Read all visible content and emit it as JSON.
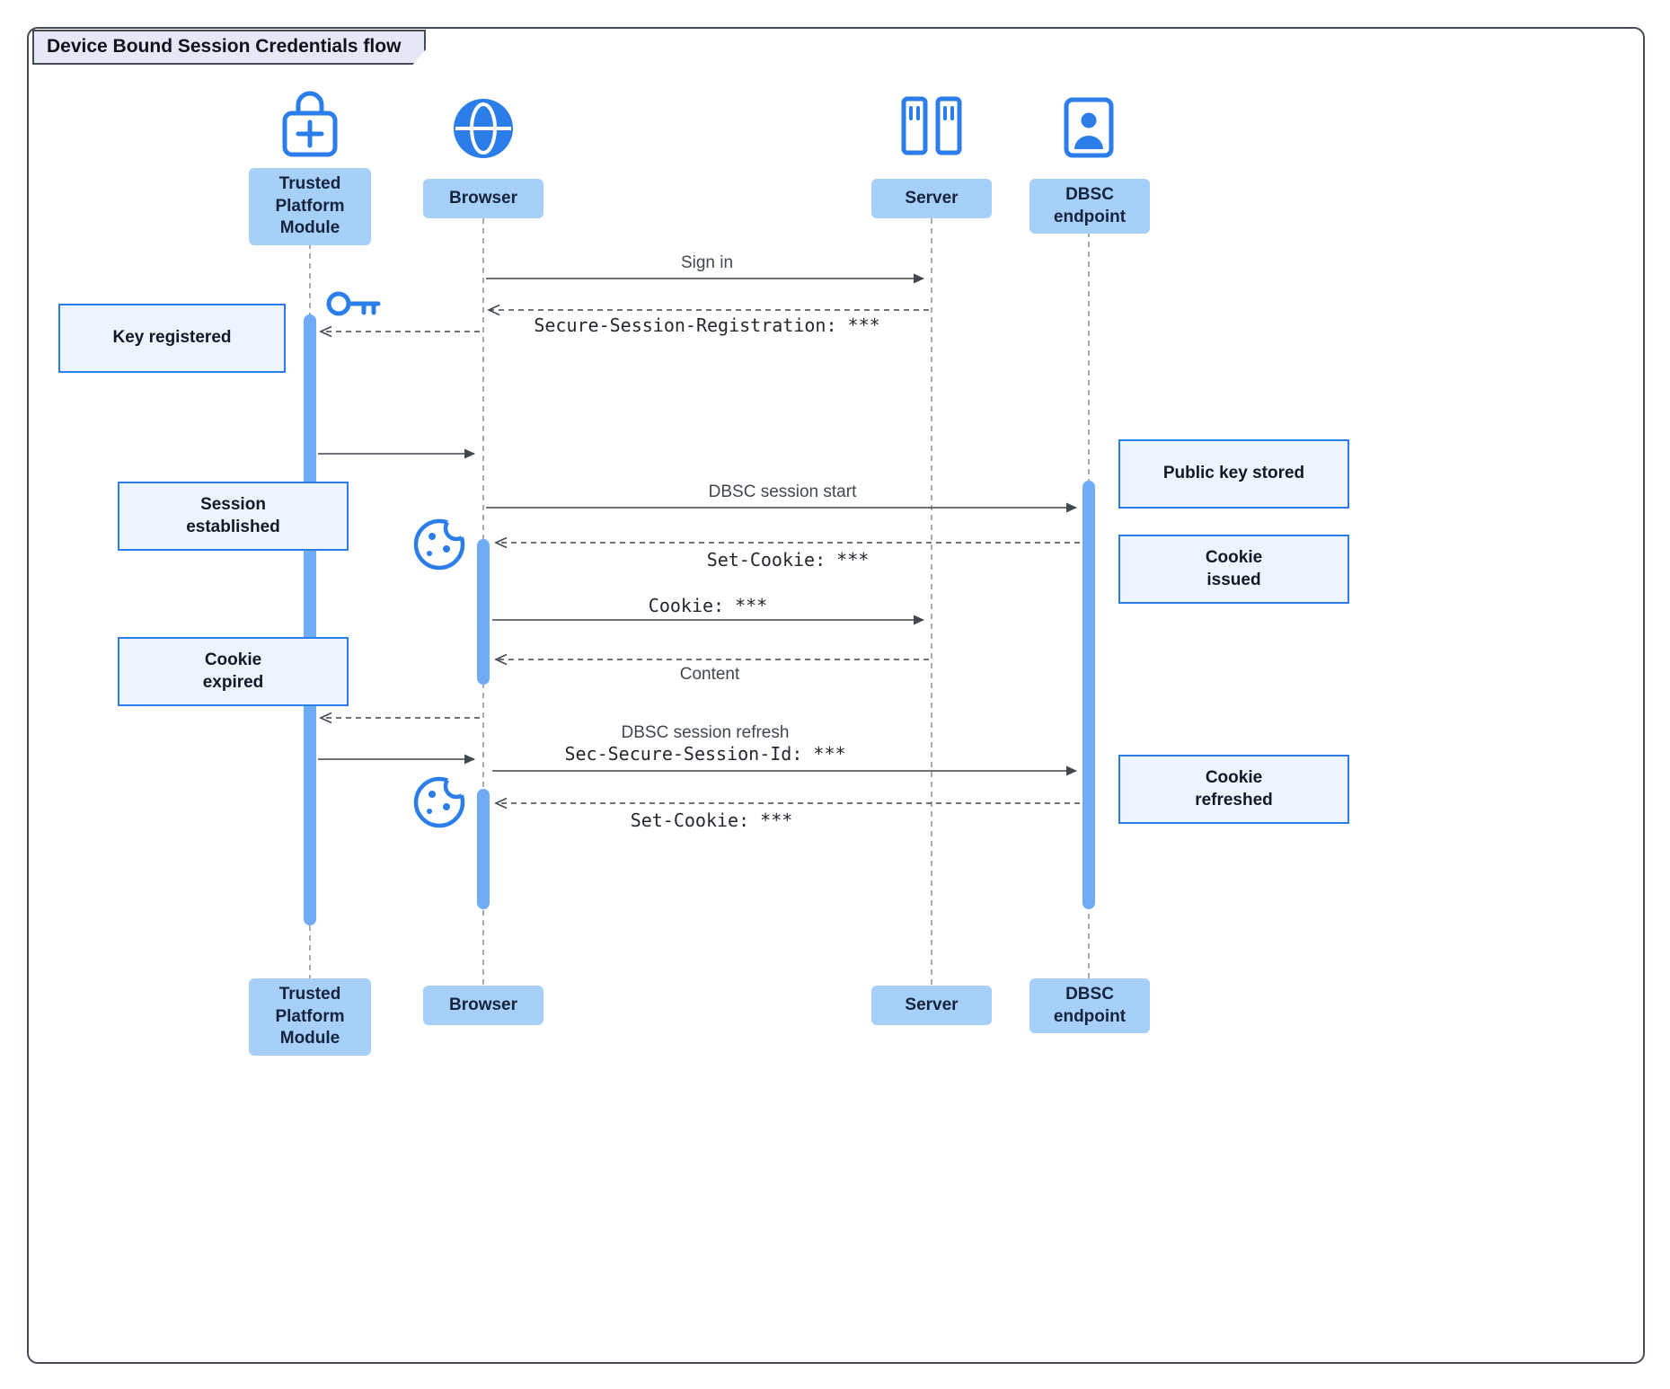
{
  "title": "Device Bound Session Credentials flow",
  "actors": {
    "tpm": "Trusted Platform Module",
    "browser": "Browser",
    "server": "Server",
    "dbsc": "DBSC endpoint"
  },
  "messages": {
    "sign_in": "Sign in",
    "secure_session_registration": "Secure-Session-Registration: ***",
    "dbsc_session_start": "DBSC session start",
    "set_cookie_first": "Set-Cookie: ***",
    "cookie": "Cookie: ***",
    "content": "Content",
    "dbsc_session_refresh": "DBSC session refresh",
    "sec_secure_session_id": "Sec-Secure-Session-Id: ***",
    "set_cookie_second": "Set-Cookie: ***"
  },
  "notes": {
    "key_registered": "Key registered",
    "session_established": "Session established",
    "cookie_expired": "Cookie expired",
    "public_key_stored": "Public key stored",
    "cookie_issued": "Cookie issued",
    "cookie_refreshed": "Cookie refreshed"
  },
  "icons": {
    "tpm": "lock-plus-icon",
    "browser": "globe-icon",
    "server": "server-rack-icon",
    "dbsc": "door-person-icon",
    "key": "key-icon",
    "cookie": "cookie-icon"
  },
  "colors": {
    "accent_blue": "#2b7de9",
    "actor_fill": "#a6cff9",
    "note_fill": "#edf4fd",
    "activation_fill": "#70acf6",
    "arrow_line": "#40474f",
    "title_tab_fill": "#e6e8f8"
  }
}
